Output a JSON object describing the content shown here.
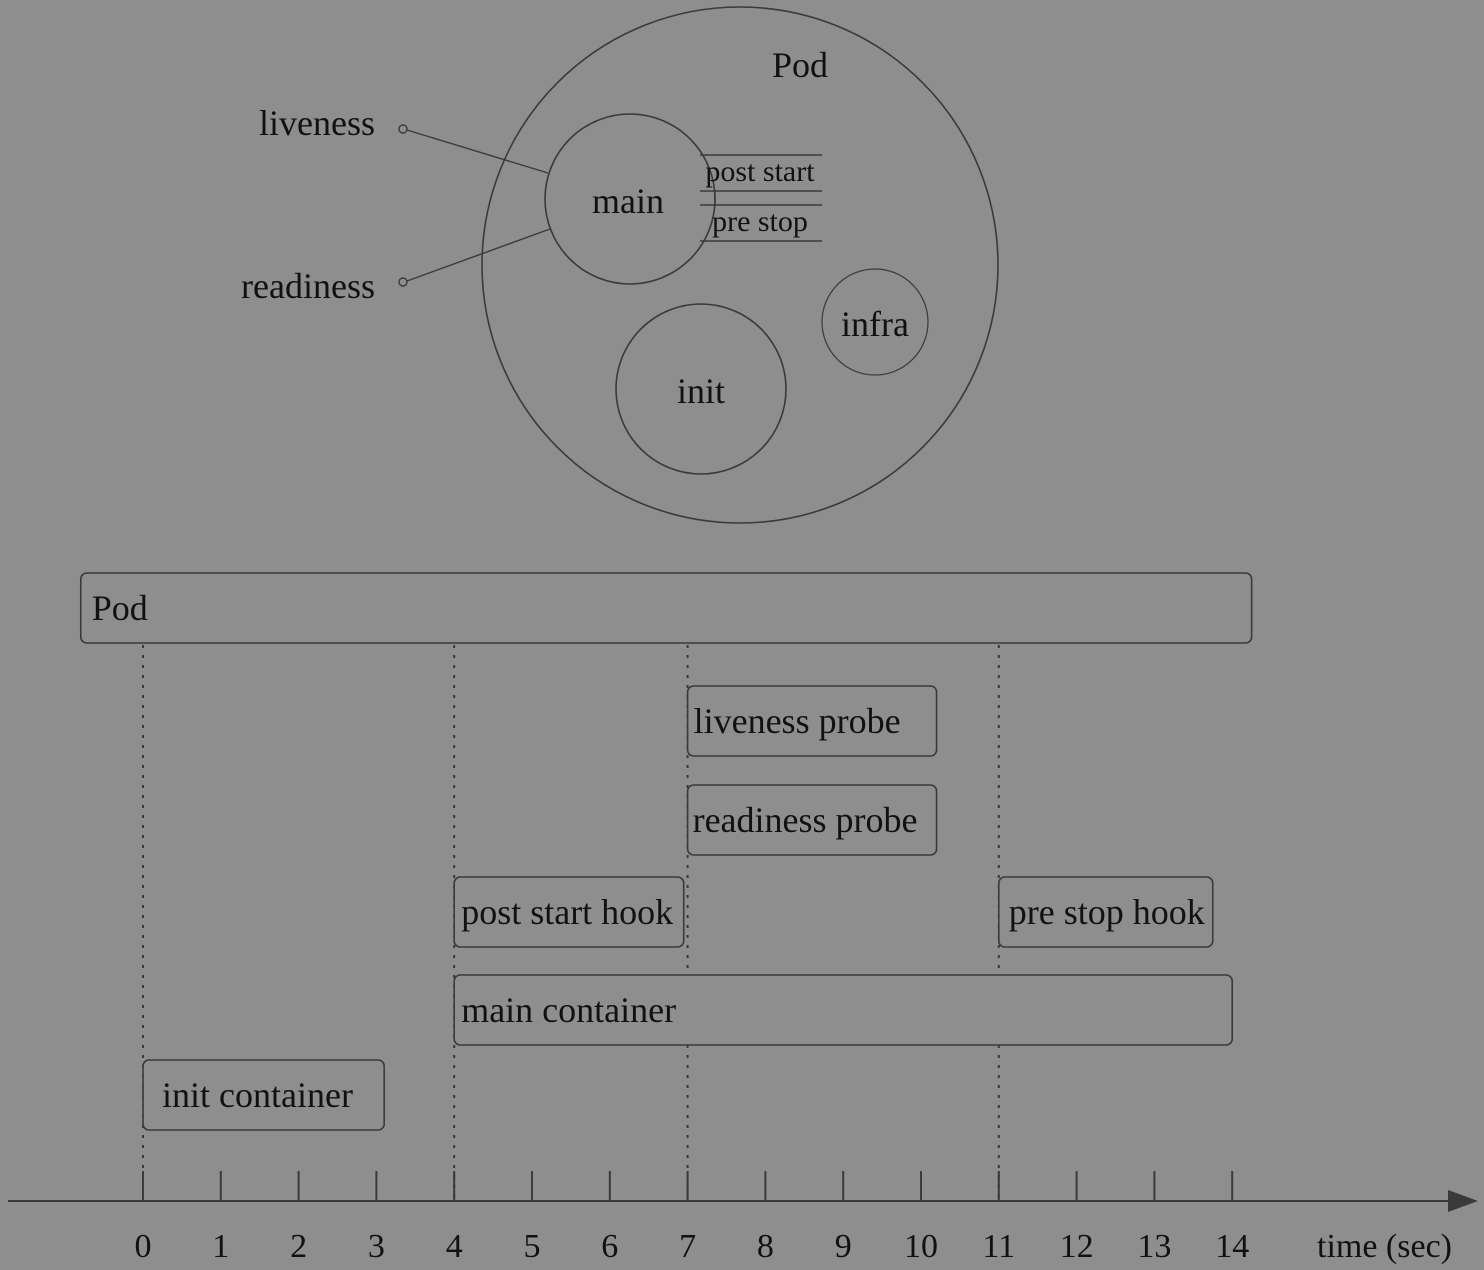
{
  "pod_diagram": {
    "pod_label": "Pod",
    "main_label": "main",
    "init_label": "init",
    "infra_label": "infra",
    "hooks": {
      "post_start": "post start",
      "pre_stop": "pre stop"
    },
    "probes": {
      "liveness": "liveness",
      "readiness": "readiness"
    }
  },
  "timeline": {
    "axis_label": "time (sec)",
    "ticks": [
      "0",
      "1",
      "2",
      "3",
      "4",
      "5",
      "6",
      "7",
      "8",
      "9",
      "10",
      "11",
      "12",
      "13",
      "14"
    ],
    "bars": [
      {
        "key": "pod",
        "label": "Pod",
        "start": -0.8,
        "end": 14.25
      },
      {
        "key": "liveness",
        "label": "liveness probe",
        "start": 7,
        "end": 10.2
      },
      {
        "key": "readiness",
        "label": "readiness probe",
        "start": 7,
        "end": 10.2
      },
      {
        "key": "post-start-hook",
        "label": "post start hook",
        "start": 4,
        "end": 6.95
      },
      {
        "key": "pre-stop-hook",
        "label": "pre stop hook",
        "start": 11,
        "end": 13.75
      },
      {
        "key": "main-container",
        "label": "main container",
        "start": 4,
        "end": 14
      },
      {
        "key": "init-container",
        "label": "init container",
        "start": 0,
        "end": 3.1
      }
    ],
    "markers": [
      0,
      4,
      7,
      11
    ]
  }
}
